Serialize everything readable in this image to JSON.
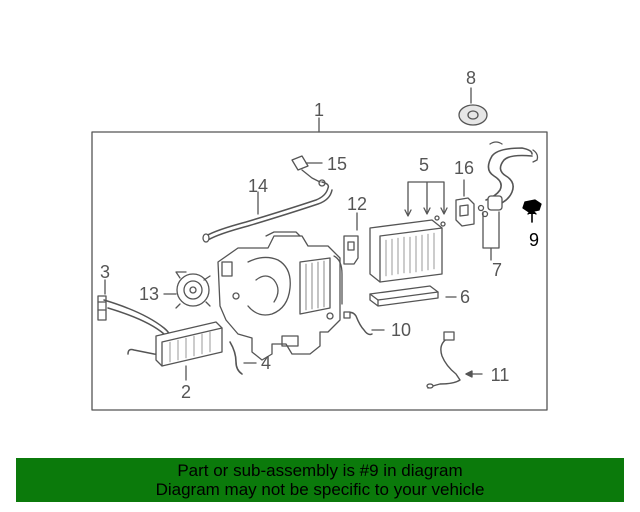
{
  "diagram": {
    "callouts": {
      "c1": "1",
      "c2": "2",
      "c3": "3",
      "c4": "4",
      "c5": "5",
      "c6": "6",
      "c7": "7",
      "c8": "8",
      "c9": "9",
      "c10": "10",
      "c11": "11",
      "c12": "12",
      "c13": "13",
      "c14": "14",
      "c15": "15",
      "c16": "16"
    },
    "highlight_color": "#000000",
    "line_color": "#555555"
  },
  "banner": {
    "line1": "Part or sub-assembly is #9 in diagram",
    "line2": "Diagram may not be specific to your vehicle",
    "background": "#0b7a0b"
  }
}
